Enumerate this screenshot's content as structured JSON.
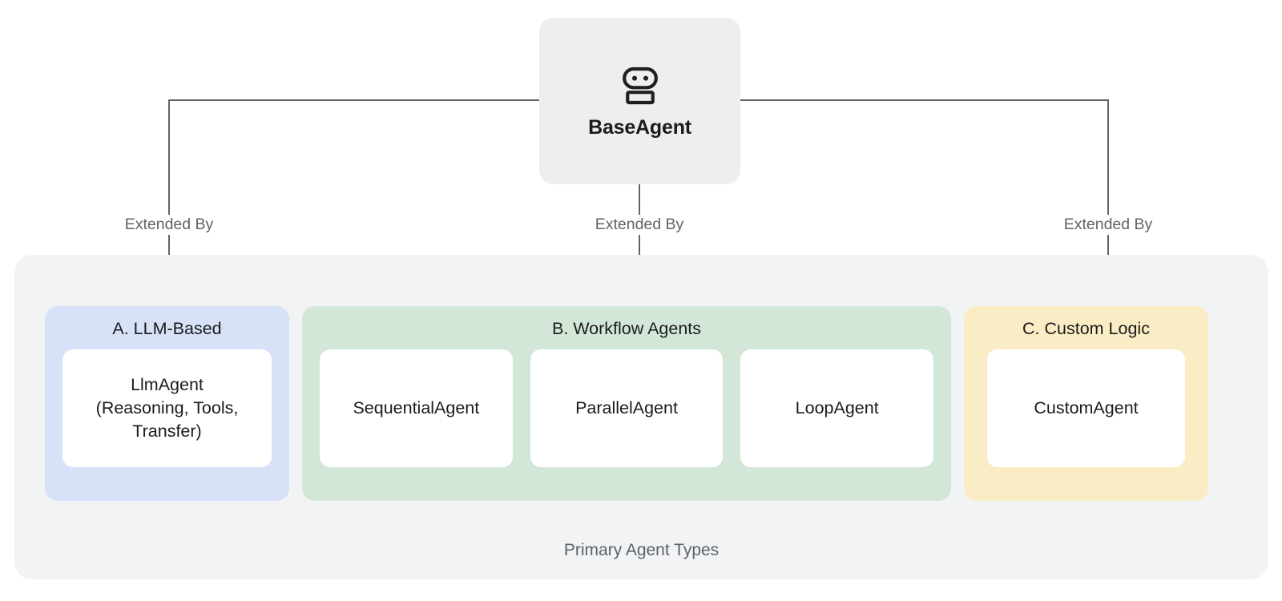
{
  "diagram": {
    "root": {
      "label": "BaseAgent",
      "icon": "robot-icon"
    },
    "edges": [
      {
        "label": "Extended By"
      },
      {
        "label": "Extended By"
      },
      {
        "label": "Extended By"
      }
    ],
    "panel": {
      "caption": "Primary Agent Types"
    },
    "groups": [
      {
        "title": "A. LLM-Based",
        "color": "#d7e1f7",
        "cards": [
          {
            "lines": [
              "LlmAgent",
              "(Reasoning, Tools,",
              "Transfer)"
            ]
          }
        ]
      },
      {
        "title": "B. Workflow Agents",
        "color": "#d2e7d7",
        "cards": [
          {
            "lines": [
              "SequentialAgent"
            ]
          },
          {
            "lines": [
              "ParallelAgent"
            ]
          },
          {
            "lines": [
              "LoopAgent"
            ]
          }
        ]
      },
      {
        "title": "C. Custom Logic",
        "color": "#faedc5",
        "cards": [
          {
            "lines": [
              "CustomAgent"
            ]
          }
        ]
      }
    ],
    "colors": {
      "root_box": "#eeeeee",
      "panel": "#f1f3f4",
      "card": "#ffffff",
      "connector": "#5f6368",
      "text_primary": "#1b1b1b",
      "text_muted": "#5f6368"
    }
  }
}
